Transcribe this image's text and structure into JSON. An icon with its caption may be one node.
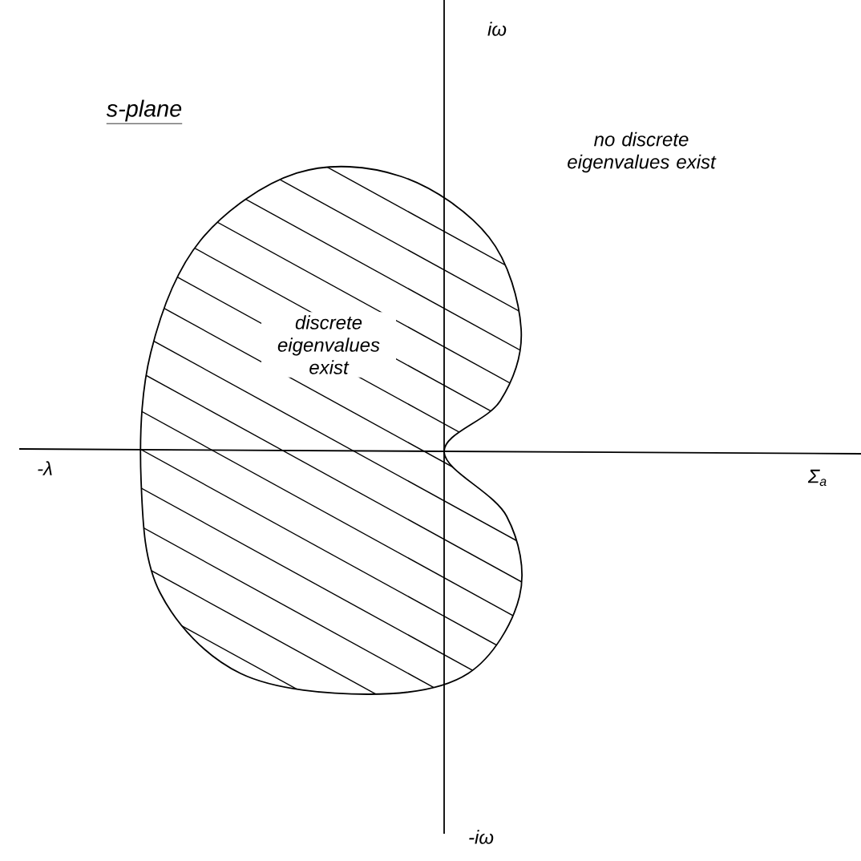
{
  "diagram": {
    "title": "s-plane",
    "nodes": [
      {
        "text": [
          "discrete eigenvalues exist"
        ]
      }
    ],
    "edges": [],
    "labels": [
      "iω",
      "no discrete eigenvalues exist",
      "-λ",
      "Σ$_{a}$",
      "-iω"
    ]
  }
}
